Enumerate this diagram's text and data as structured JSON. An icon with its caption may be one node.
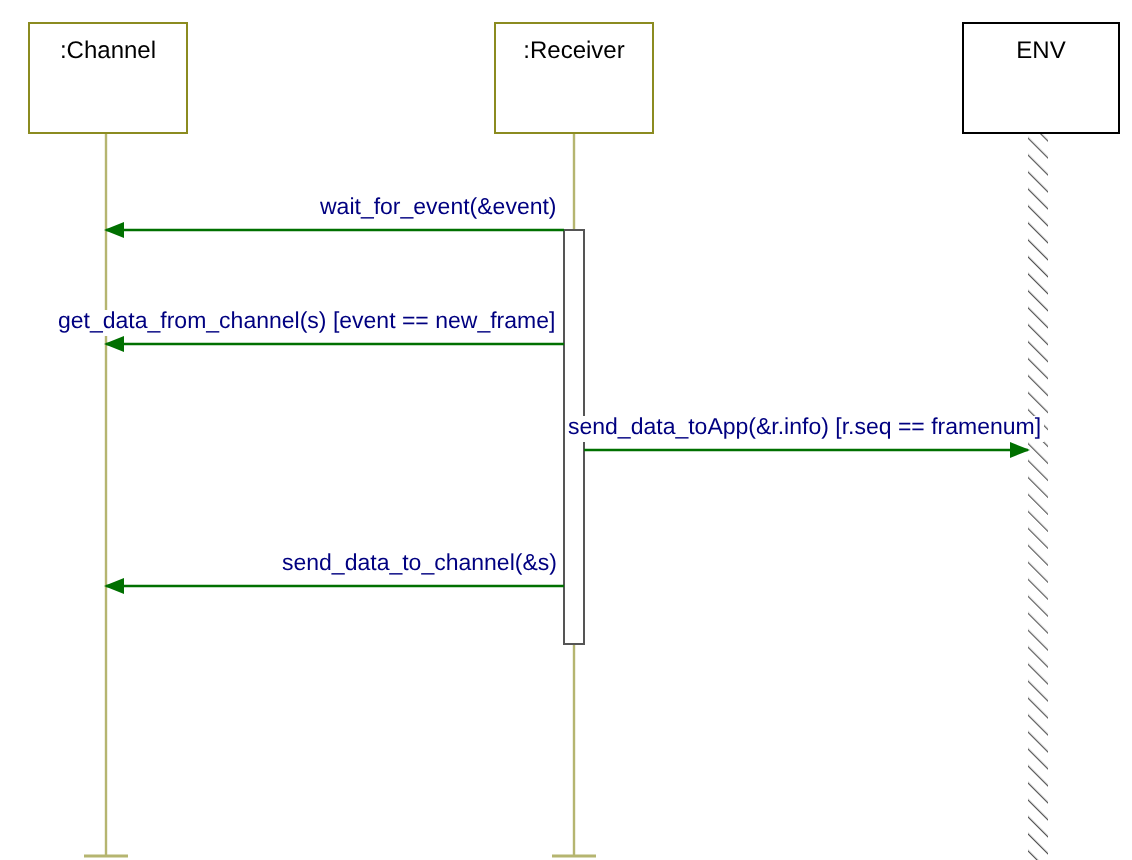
{
  "diagram": {
    "nodes": [
      {
        "text": [
          ":Channel"
        ]
      },
      {
        "text": [
          ":Receiver"
        ]
      },
      {
        "text": [
          "ENV"
        ]
      }
    ],
    "edges": [
      {
        "from": 1,
        "to": 0,
        "arrow": "to",
        "label": "wait_for_event(&event)"
      },
      {
        "from": 1,
        "to": 0,
        "arrow": "to",
        "label": "get_data_from_channel(s) [event == new_frame]"
      },
      {
        "from": 1,
        "to": 2,
        "arrow": "to",
        "label": "send_data_toApp(&r.info) [r.seq == framenum]"
      },
      {
        "from": 1,
        "to": 0,
        "arrow": "to",
        "label": "send_data_to_channel(&s)"
      }
    ]
  }
}
